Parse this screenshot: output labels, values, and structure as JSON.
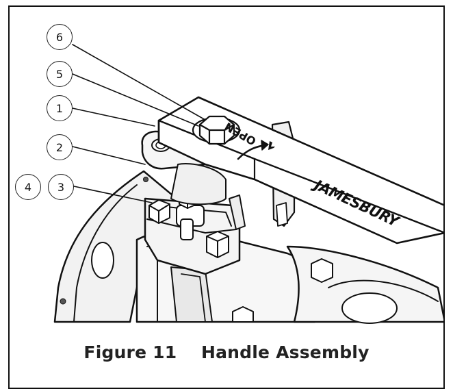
{
  "caption": {
    "figure_label": "Figure 11",
    "title": "Handle Assembly"
  },
  "handle": {
    "open_text": "OPEN",
    "brand_text": "JAMESBURY"
  },
  "callouts": [
    {
      "label": "6"
    },
    {
      "label": "5"
    },
    {
      "label": "1"
    },
    {
      "label": "2"
    },
    {
      "label": "4"
    },
    {
      "label": "3"
    }
  ]
}
